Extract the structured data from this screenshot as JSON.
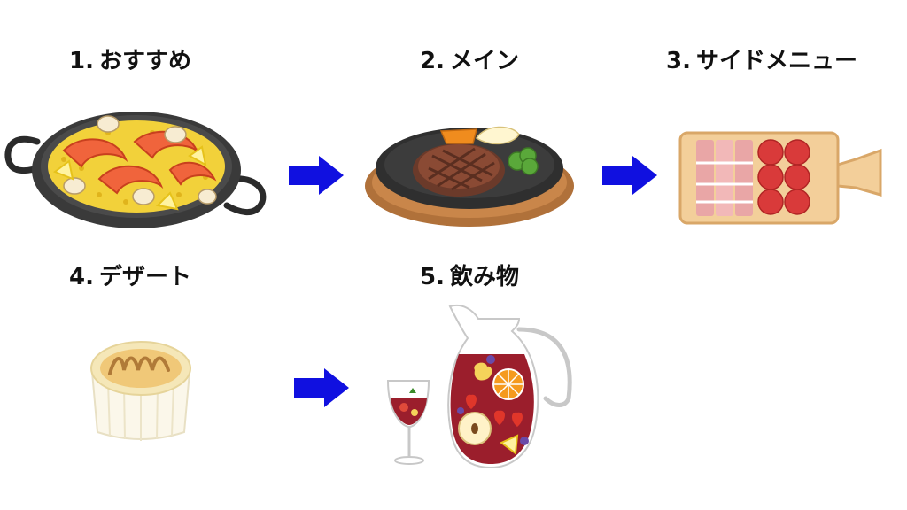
{
  "steps": [
    {
      "number": "1.",
      "label": "おすすめ",
      "icon": "paella-pan-icon"
    },
    {
      "number": "2.",
      "label": "メイン",
      "icon": "steak-skillet-icon"
    },
    {
      "number": "3.",
      "label": "サイドメニュー",
      "icon": "charcuterie-board-icon"
    },
    {
      "number": "4.",
      "label": "デザート",
      "icon": "creme-brulee-icon"
    },
    {
      "number": "5.",
      "label": "飲み物",
      "icon": "sangria-pitcher-icon"
    }
  ],
  "arrow_icon": "arrow-right-icon",
  "colors": {
    "arrow": "#1010e0",
    "text": "#111111",
    "background": "#ffffff"
  }
}
